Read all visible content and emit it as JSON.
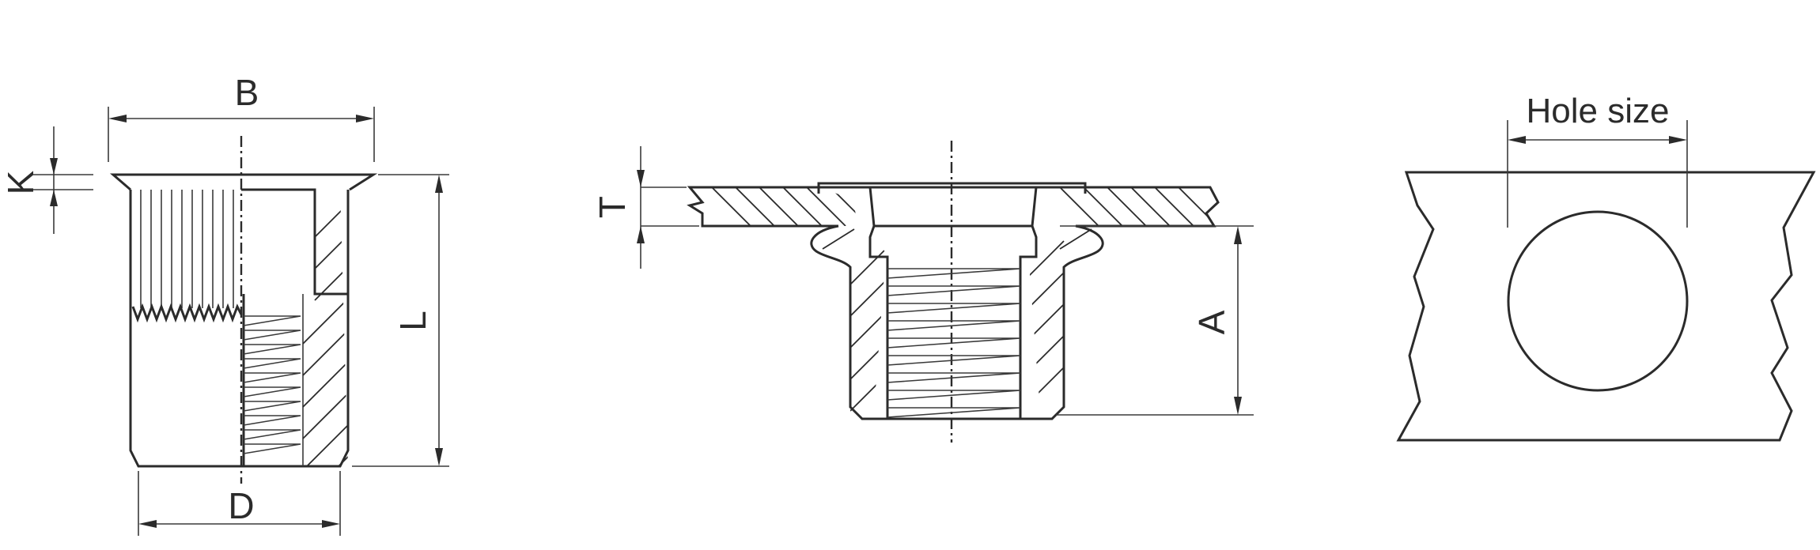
{
  "labels": {
    "b": "B",
    "k": "K",
    "l": "L",
    "d": "D",
    "t": "T",
    "a": "A",
    "hole_size": "Hole size"
  }
}
